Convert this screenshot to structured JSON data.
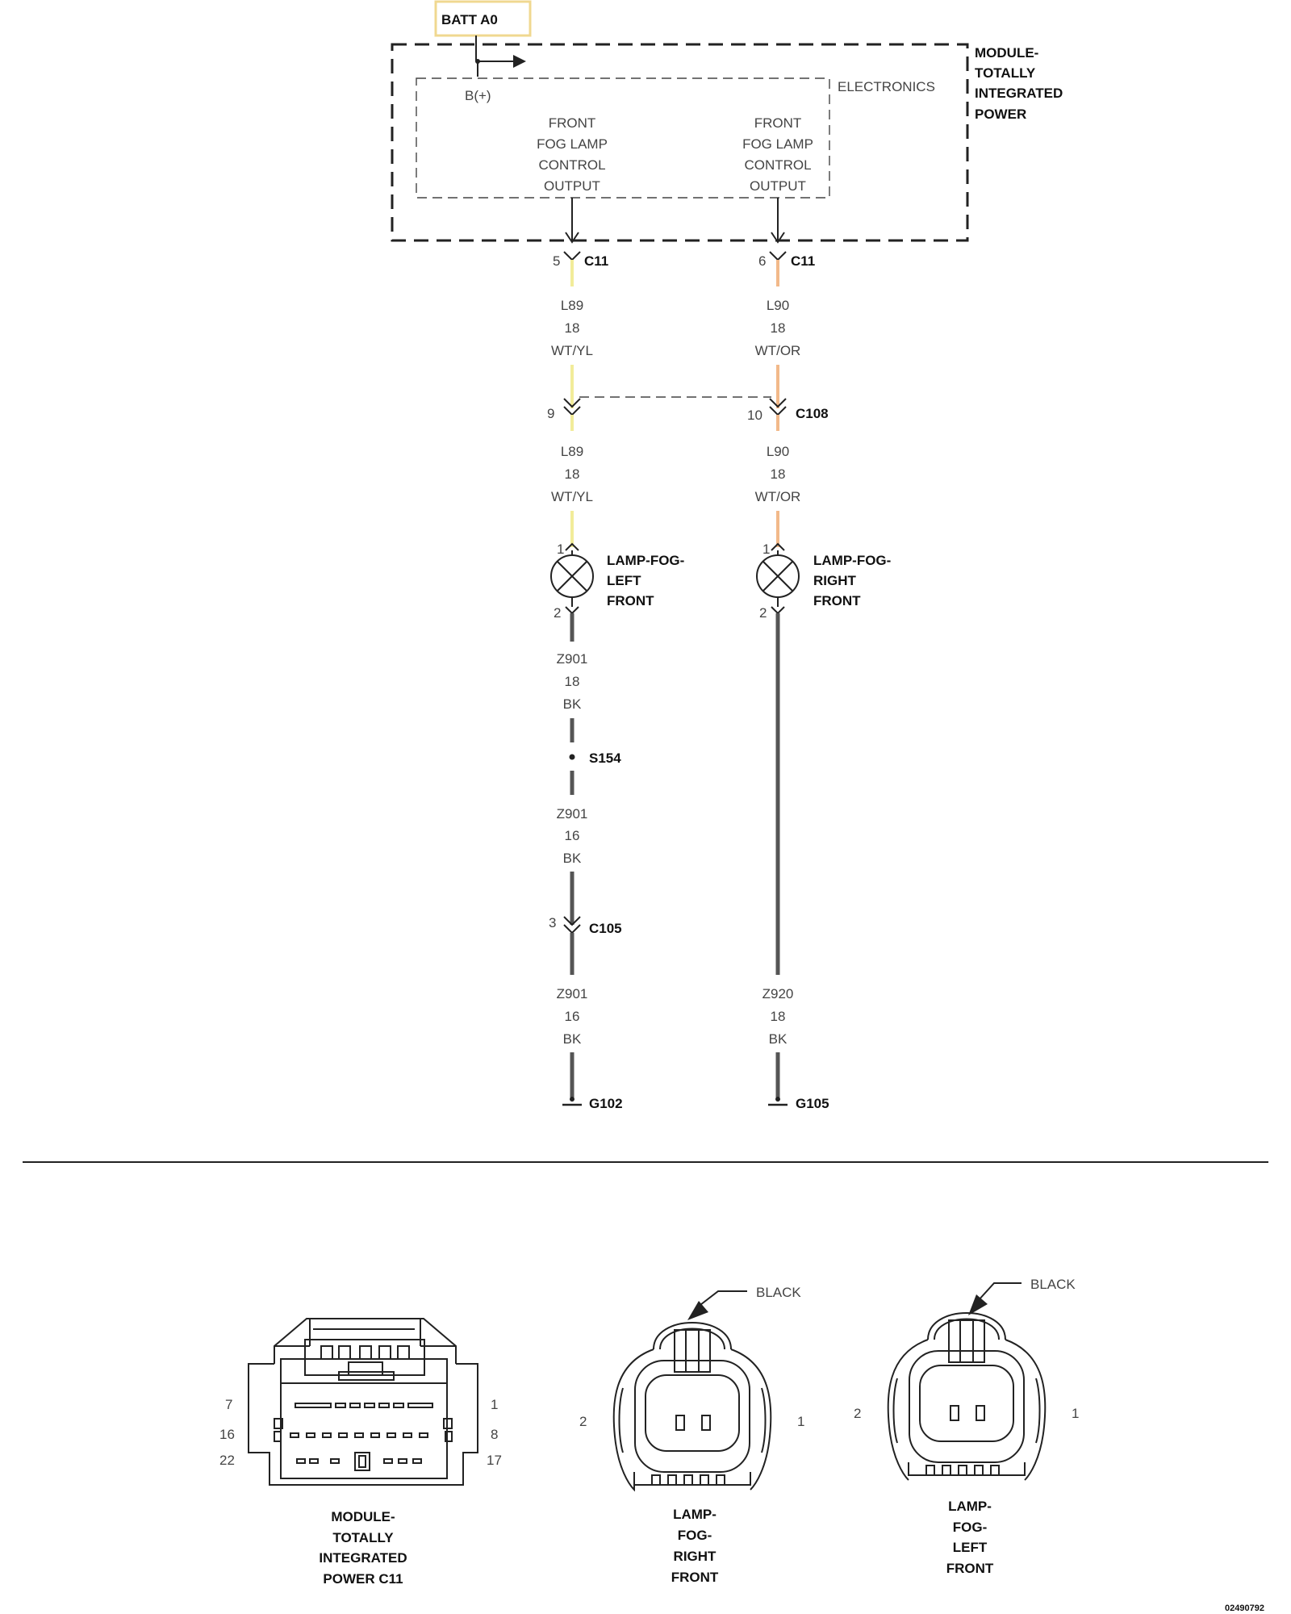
{
  "batt_label": "BATT A0",
  "module": {
    "name_lines": [
      "MODULE-",
      "TOTALLY",
      "INTEGRATED",
      "POWER"
    ],
    "electronics_label": "ELECTRONICS",
    "bplus_label": "B(+)",
    "output_left_lines": [
      "FRONT",
      "FOG LAMP",
      "CONTROL",
      "OUTPUT"
    ],
    "output_right_lines": [
      "FRONT",
      "FOG LAMP",
      "CONTROL",
      "OUTPUT"
    ]
  },
  "colors": {
    "wire_yellow": "#f2ec9a",
    "wire_orange": "#f2b98a",
    "wire_black": "#555555",
    "batt_box": "#f0d890"
  },
  "left_circuit": {
    "c11_pin": "5",
    "c11_name": "C11",
    "wire1": [
      "L89",
      "18",
      "WT/YL"
    ],
    "c108_pin": "9",
    "wire2": [
      "L89",
      "18",
      "WT/YL"
    ],
    "lamp_pin_top": "1",
    "lamp_pin_bottom": "2",
    "lamp_lines": [
      "LAMP-FOG-",
      "LEFT",
      "FRONT"
    ],
    "wire3": [
      "Z901",
      "18",
      "BK"
    ],
    "splice": "S154",
    "wire4": [
      "Z901",
      "16",
      "BK"
    ],
    "c105_pin": "3",
    "c105_name": "C105",
    "wire5": [
      "Z901",
      "16",
      "BK"
    ],
    "ground": "G102"
  },
  "right_circuit": {
    "c11_pin": "6",
    "c11_name": "C11",
    "wire1": [
      "L90",
      "18",
      "WT/OR"
    ],
    "c108_pin": "10",
    "c108_name": "C108",
    "wire2": [
      "L90",
      "18",
      "WT/OR"
    ],
    "lamp_pin_top": "1",
    "lamp_pin_bottom": "2",
    "lamp_lines": [
      "LAMP-FOG-",
      "RIGHT",
      "FRONT"
    ],
    "wire3": [
      "Z920",
      "18",
      "BK"
    ],
    "ground": "G105"
  },
  "connectors": {
    "c11": {
      "pins_left": [
        "7",
        "16",
        "22"
      ],
      "pins_right": [
        "1",
        "8",
        "17"
      ],
      "caption_lines": [
        "MODULE-",
        "TOTALLY",
        "INTEGRATED",
        "POWER C11"
      ]
    },
    "fog_right": {
      "color": "BLACK",
      "pin_left": "2",
      "pin_right": "1",
      "caption_lines": [
        "LAMP-",
        "FOG-",
        "RIGHT",
        "FRONT"
      ]
    },
    "fog_left": {
      "color": "BLACK",
      "pin_left": "2",
      "pin_right": "1",
      "caption_lines": [
        "LAMP-",
        "FOG-",
        "LEFT",
        "FRONT"
      ]
    }
  },
  "figure_id": "02490792"
}
